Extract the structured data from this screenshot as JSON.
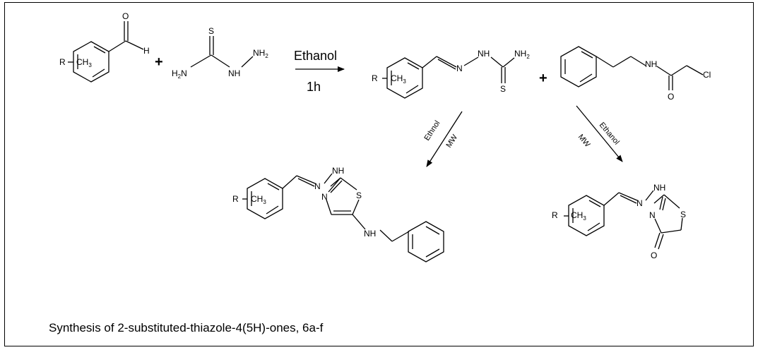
{
  "atoms": {
    "O": "O",
    "H": "H",
    "R": "R",
    "CH": "CH",
    "three": "3",
    "two": "2",
    "S": "S",
    "N": "N",
    "NH": "NH",
    "NH2_base": "NH",
    "H2N_base": "H",
    "H2N_tail": "N",
    "Cl": "Cl"
  },
  "plus_sign": "+",
  "conditions": {
    "step1_reagent": "Ethanol",
    "step1_time": "1h",
    "left_solvent": "Ethnol",
    "left_energy": "MW",
    "right_solvent": "Ethanol",
    "right_energy": "MW"
  },
  "caption": "Synthesis of 2-substituted-thiazole-4(5H)-ones, 6a-f"
}
